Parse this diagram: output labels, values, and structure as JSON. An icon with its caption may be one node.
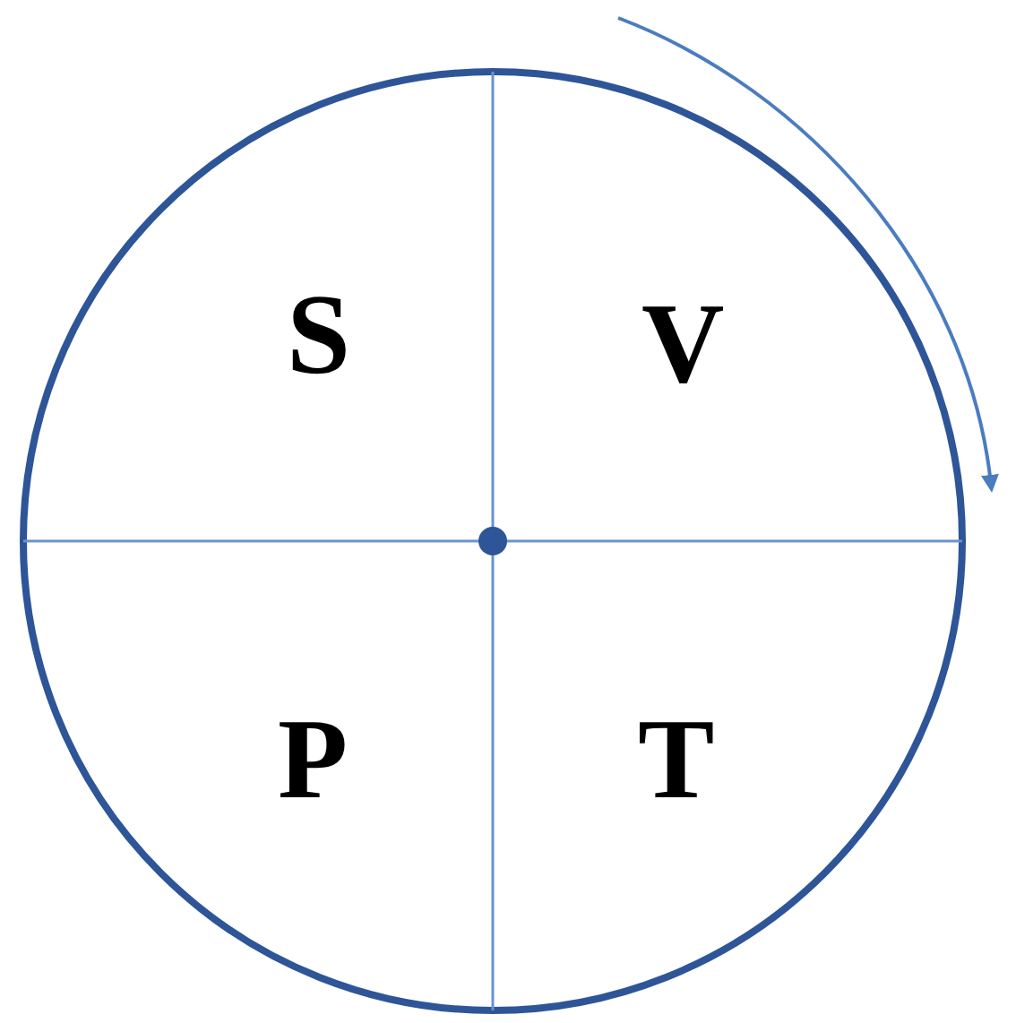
{
  "diagram": {
    "labels": [
      "S",
      "V",
      "P",
      "T"
    ]
  }
}
